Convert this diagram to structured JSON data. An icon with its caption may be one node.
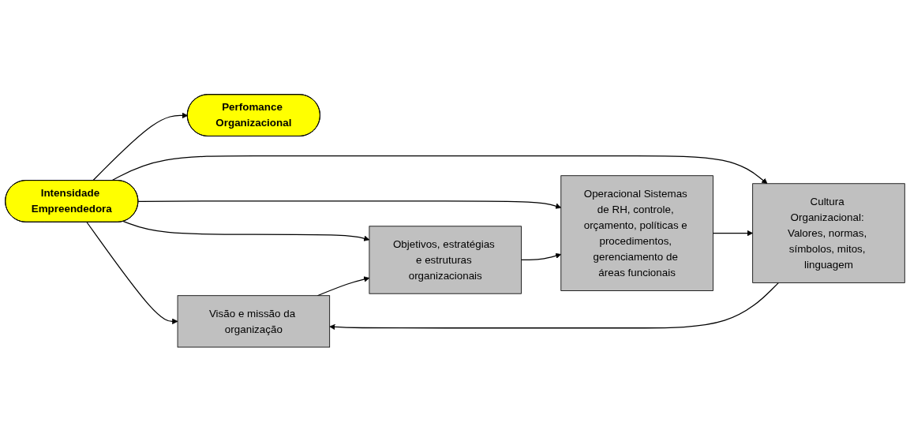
{
  "diagram": {
    "nodes": [
      {
        "text": [
          "Intensidade Empreendedora"
        ]
      },
      {
        "text": [
          "Perfomance Organizacional"
        ]
      },
      {
        "text": [
          "Visão e missão da organização"
        ]
      },
      {
        "text": [
          "Objetivos, estratégias e estruturas organizacionais"
        ]
      },
      {
        "text": [
          "Operacional Sistemas de RH, controle, orçamento, políticas e procedimentos, gerenciamento de áreas funcionais"
        ]
      },
      {
        "text": [
          "Cultura Organizacional: Valores, normas, símbolos, mitos, linguagem"
        ]
      }
    ],
    "edges": [
      {
        "from": 0,
        "to": 1,
        "arrow": "to"
      },
      {
        "from": 0,
        "to": 2,
        "arrow": "to"
      },
      {
        "from": 0,
        "to": 3,
        "arrow": "to"
      },
      {
        "from": 0,
        "to": 4,
        "arrow": "to"
      },
      {
        "from": 0,
        "to": 5,
        "arrow": "to"
      },
      {
        "from": 2,
        "to": 3,
        "arrow": "to"
      },
      {
        "from": 3,
        "to": 4,
        "arrow": "to"
      },
      {
        "from": 4,
        "to": 5,
        "arrow": "to"
      },
      {
        "from": 5,
        "to": 2,
        "arrow": "to"
      }
    ]
  }
}
